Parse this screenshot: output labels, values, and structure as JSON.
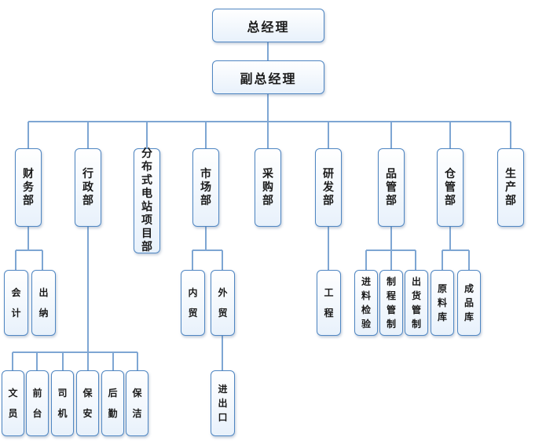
{
  "org": {
    "gm": "总经理",
    "dgm": "副总经理",
    "depts": {
      "finance": "财务部",
      "admin": "行政部",
      "dpv": "分布式电站项目部",
      "market": "市场部",
      "purchase": "采购部",
      "rnd": "研发部",
      "qa": "品管部",
      "warehouse": "仓管部",
      "production": "生产部"
    },
    "finance": {
      "accounting": "会计",
      "cashier": "出纳"
    },
    "admin": {
      "clerk": "文员",
      "reception": "前台",
      "driver": "司机",
      "security": "保安",
      "logistics": "后勤",
      "cleaning": "保洁"
    },
    "market": {
      "domestic": "内贸",
      "foreign": "外贸",
      "import_export": "进出口"
    },
    "rnd": {
      "engineering": "工程"
    },
    "qa": {
      "incoming": "进料检验",
      "process": "制程管制",
      "outgoing": "出货管制"
    },
    "warehouse": {
      "raw": "原料库",
      "finished": "成品库"
    }
  },
  "colors": {
    "line": "#7ea6d3",
    "border": "#4f86c2"
  }
}
